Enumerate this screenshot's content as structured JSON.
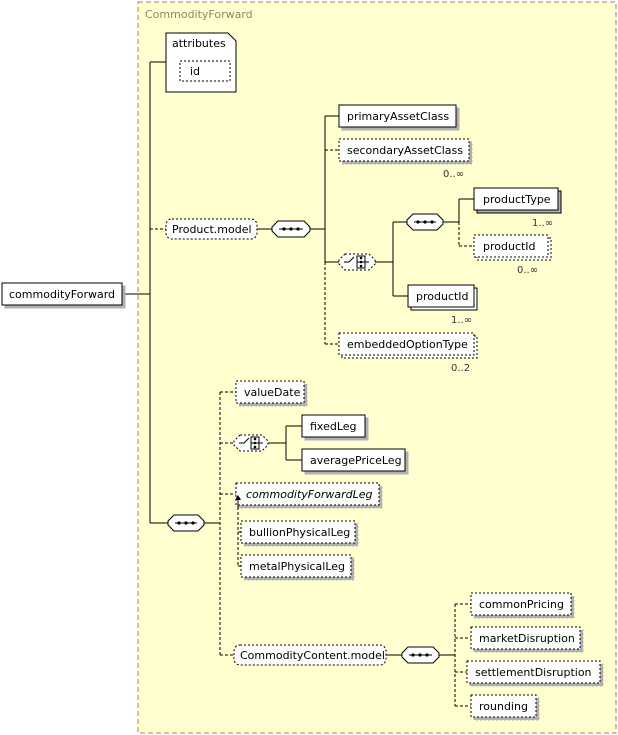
{
  "group": {
    "title": "CommodityForward"
  },
  "root": {
    "label": "commodityForward"
  },
  "attributes": {
    "title": "attributes",
    "id_label": "id"
  },
  "product_model": {
    "label": "Product.model",
    "primary_asset_class": "primaryAssetClass",
    "secondary_asset_class": "secondaryAssetClass",
    "secondary_asset_class_occ": "0..∞",
    "product_type": "productType",
    "product_type_occ": "1..∞",
    "product_id_optional": "productId",
    "product_id_optional_occ": "0..∞",
    "product_id": "productId",
    "product_id_occ": "1..∞",
    "embedded_option_type": "embeddedOptionType",
    "embedded_option_type_occ": "0..2"
  },
  "body": {
    "value_date": "valueDate",
    "fixed_leg": "fixedLeg",
    "average_price_leg": "averagePriceLeg",
    "commodity_forward_leg": "commodityForwardLeg",
    "bullion_physical_leg": "bullionPhysicalLeg",
    "metal_physical_leg": "metalPhysicalLeg"
  },
  "commodity_content": {
    "label": "CommodityContent.model",
    "common_pricing": "commonPricing",
    "market_disruption": "marketDisruption",
    "settlement_disruption": "settlementDisruption",
    "rounding": "rounding"
  },
  "colors": {
    "group_bg": "#ffffd0",
    "group_border": "#8a8a7a",
    "box_bg": "#ffffff",
    "line": "#000000"
  }
}
